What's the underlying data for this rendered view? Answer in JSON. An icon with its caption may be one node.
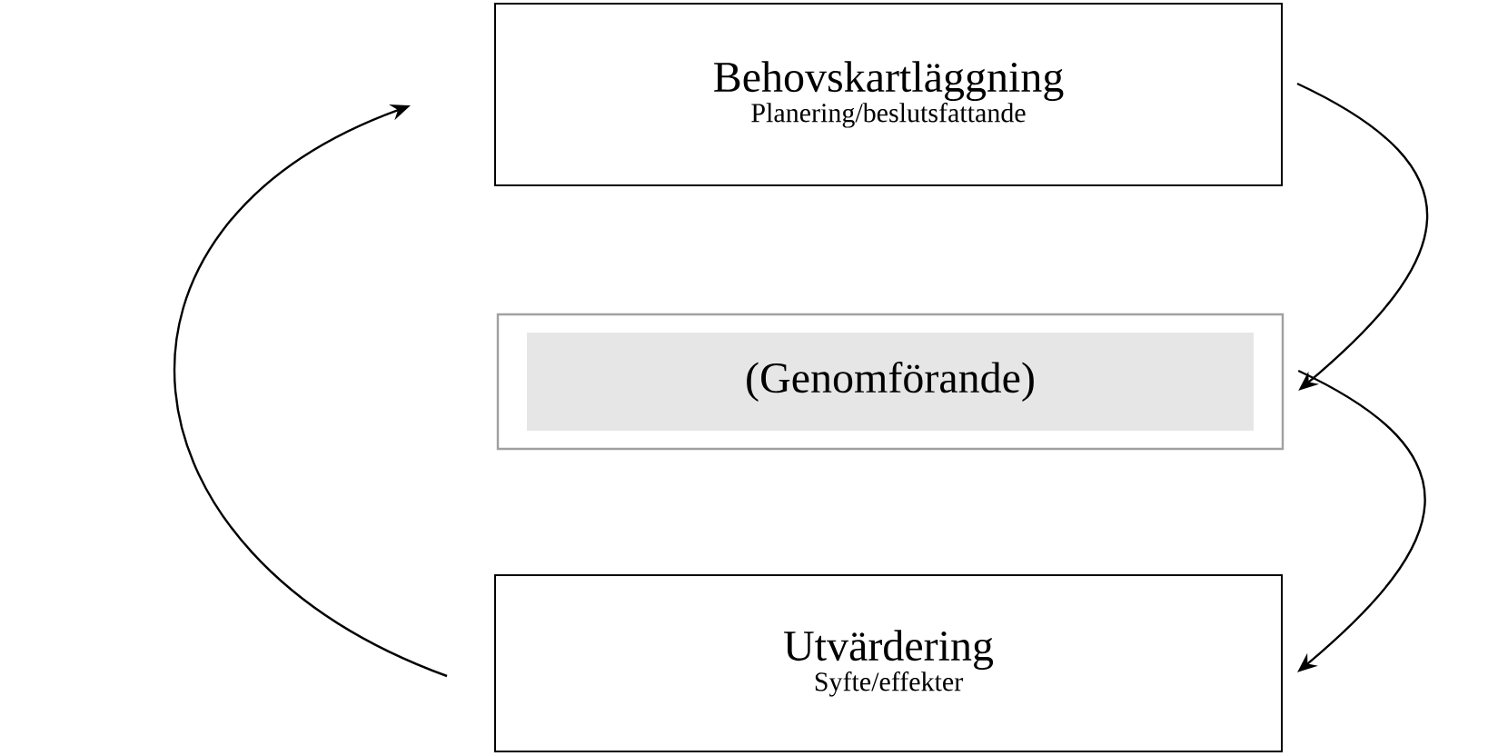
{
  "diagram": {
    "nodes": [
      {
        "text": [
          "Behovskartläggning",
          "Planering/beslutsfattande"
        ]
      },
      {
        "text": [
          "(Genomförande)"
        ]
      },
      {
        "text": [
          "Utvärdering",
          "Syfte/effekter"
        ]
      }
    ],
    "edges": [
      {
        "from": 0,
        "to": 1,
        "arrow": "to"
      },
      {
        "from": 1,
        "to": 2,
        "arrow": "to"
      },
      {
        "from": 2,
        "to": 0,
        "arrow": "to"
      }
    ]
  }
}
